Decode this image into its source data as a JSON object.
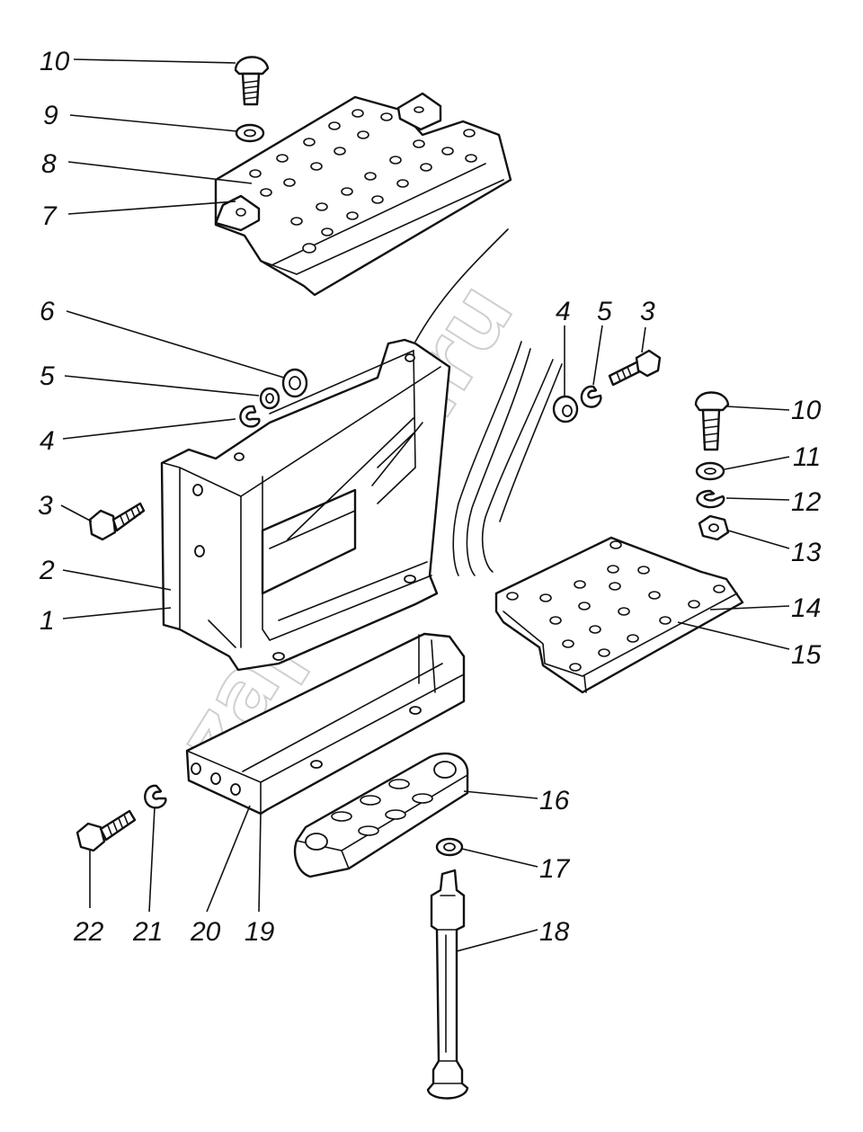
{
  "diagram": {
    "watermark": "zap-kam.ru",
    "callouts": [
      {
        "id": "c10a",
        "label": "10"
      },
      {
        "id": "c9",
        "label": "9"
      },
      {
        "id": "c8",
        "label": "8"
      },
      {
        "id": "c7",
        "label": "7"
      },
      {
        "id": "c6",
        "label": "6"
      },
      {
        "id": "c5a",
        "label": "5"
      },
      {
        "id": "c4a",
        "label": "4"
      },
      {
        "id": "c3a",
        "label": "3"
      },
      {
        "id": "c2",
        "label": "2"
      },
      {
        "id": "c1",
        "label": "1"
      },
      {
        "id": "c4b",
        "label": "4"
      },
      {
        "id": "c5b",
        "label": "5"
      },
      {
        "id": "c3b",
        "label": "3"
      },
      {
        "id": "c10b",
        "label": "10"
      },
      {
        "id": "c11",
        "label": "11"
      },
      {
        "id": "c12",
        "label": "12"
      },
      {
        "id": "c13",
        "label": "13"
      },
      {
        "id": "c14",
        "label": "14"
      },
      {
        "id": "c15",
        "label": "15"
      },
      {
        "id": "c16",
        "label": "16"
      },
      {
        "id": "c17",
        "label": "17"
      },
      {
        "id": "c18",
        "label": "18"
      },
      {
        "id": "c22",
        "label": "22"
      },
      {
        "id": "c21",
        "label": "21"
      },
      {
        "id": "c20",
        "label": "20"
      },
      {
        "id": "c19",
        "label": "19"
      }
    ]
  }
}
